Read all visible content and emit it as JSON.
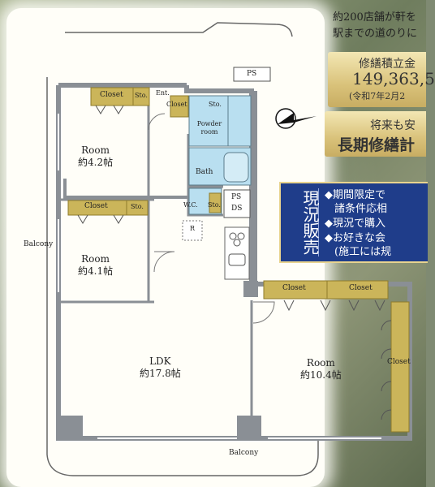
{
  "floorplan": {
    "rooms": [
      {
        "name": "Room",
        "size": "約4.2帖"
      },
      {
        "name": "Room",
        "size": "約4.1帖"
      },
      {
        "name": "LDK",
        "size": "約17.8帖"
      },
      {
        "name": "Room",
        "size": "約10.4帖"
      }
    ],
    "labels": {
      "closet": "Closet",
      "sto": "Sto.",
      "ent": "Ent.",
      "powder_room": "Powder room",
      "bath": "Bath",
      "wc": "W.C.",
      "ps": "PS",
      "ds": "DS",
      "r": "R",
      "balcony": "Balcony"
    }
  },
  "side_panel": {
    "note_lines": [
      "約200店舗が軒を",
      "駅までの道のりに"
    ],
    "repair_fund": {
      "title": "修繕積立金",
      "amount": "149,363,5",
      "date": "(令和7年2月2"
    },
    "plan": {
      "line1": "将来も安",
      "line2": "長期修繕計"
    },
    "status": {
      "vertical": "現況販売",
      "bullets": [
        "◆期間限定で",
        "諸条件応相",
        "◆現況で購入",
        "◆お好きな会",
        "(施工には规"
      ]
    }
  },
  "colors": {
    "closet": "#cbb55a",
    "wet": "#b9dff0",
    "wall": "#9aa0a6",
    "navy": "#1f3d8a"
  }
}
